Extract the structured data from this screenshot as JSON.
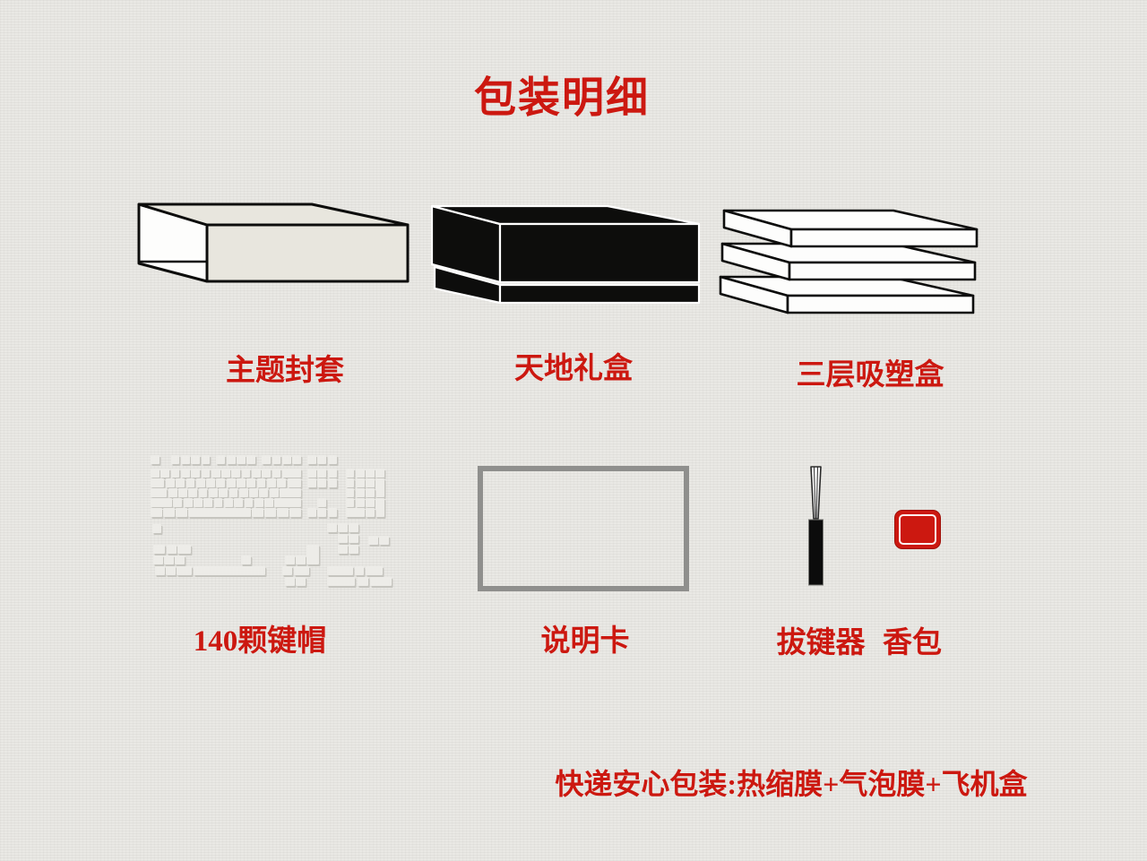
{
  "title": "包装明细",
  "footer": "快递安心包装:热缩膜+气泡膜+飞机盒",
  "items": {
    "sleeve": "主题封套",
    "giftbox": "天地礼盒",
    "trays": "三层吸塑盒",
    "keycaps": "140颗键帽",
    "card": "说明卡",
    "puller": "拔键器",
    "sachet": "香包"
  },
  "colors": {
    "bg": "#e9e8e4",
    "red": "#cc1810",
    "ink": "#0d0d0c",
    "cream": "#e8e6de",
    "white": "#fdfdfc",
    "card-border": "#8f8f8d",
    "key": "#edece8",
    "key-shadow": "#c6c5bf"
  },
  "keyboard": {
    "unit": 11.3,
    "key_h": 10,
    "row_pitch": 11,
    "row_dy": [
      0,
      15,
      26,
      37,
      48,
      59
    ],
    "rows": [
      [
        1,
        -1,
        1,
        1,
        1,
        1,
        -0.5,
        1,
        1,
        1,
        1,
        -0.5,
        1,
        1,
        1,
        1,
        -0.5,
        1,
        1,
        1
      ],
      [
        1,
        1,
        1,
        1,
        1,
        1,
        1,
        1,
        1,
        1,
        1,
        1,
        1,
        2,
        -0.5,
        1,
        1,
        1,
        -0.75,
        1,
        1,
        1,
        1
      ],
      [
        1.5,
        1,
        1,
        1,
        1,
        1,
        1,
        1,
        1,
        1,
        1,
        1,
        1,
        1.5,
        -0.5,
        1,
        1,
        1,
        -0.75,
        1,
        1,
        1,
        {
          "w": 1,
          "h": 2
        }
      ],
      [
        1.75,
        1,
        1,
        1,
        1,
        1,
        1,
        1,
        1,
        1,
        1,
        1,
        2.25,
        -4.25,
        1,
        1,
        1
      ],
      [
        2.25,
        1,
        1,
        1,
        1,
        1,
        1,
        1,
        1,
        1,
        1,
        2.75,
        -1.5,
        1,
        -1.75,
        1,
        1,
        1,
        {
          "w": 1,
          "h": 2
        }
      ],
      [
        1.25,
        1.25,
        1.25,
        6.25,
        1.25,
        1.25,
        1.25,
        1.25,
        -0.5,
        1,
        1,
        1,
        -0.75,
        2,
        1
      ]
    ],
    "extras": [
      [
        2,
        77,
        10,
        10
      ],
      [
        197,
        76,
        11,
        10
      ],
      [
        209,
        76,
        11,
        10
      ],
      [
        221,
        76,
        11,
        10
      ],
      [
        209,
        88,
        11,
        10
      ],
      [
        221,
        88,
        11,
        10
      ],
      [
        243,
        90,
        11,
        10
      ],
      [
        255,
        90,
        11,
        10
      ],
      [
        209,
        100,
        11,
        10
      ],
      [
        221,
        100,
        11,
        10
      ],
      [
        3,
        100,
        13,
        10
      ],
      [
        18,
        100,
        11,
        10
      ],
      [
        30,
        100,
        15,
        10
      ],
      [
        3,
        112,
        11,
        10
      ],
      [
        15,
        112,
        11,
        10
      ],
      [
        27,
        112,
        11,
        10
      ],
      [
        101,
        112,
        11,
        10
      ],
      [
        150,
        112,
        11,
        10
      ],
      [
        162,
        112,
        11,
        10
      ],
      [
        174,
        100,
        14,
        22
      ],
      [
        5,
        124,
        11,
        10
      ],
      [
        17,
        124,
        11,
        10
      ],
      [
        29,
        124,
        17,
        10
      ],
      [
        48,
        124,
        80,
        10
      ],
      [
        147,
        124,
        11,
        10
      ],
      [
        160,
        124,
        17,
        10
      ],
      [
        197,
        124,
        29,
        10
      ],
      [
        228,
        124,
        10,
        10
      ],
      [
        240,
        124,
        19,
        10
      ],
      [
        150,
        136,
        11,
        10
      ],
      [
        162,
        136,
        11,
        10
      ],
      [
        197,
        136,
        31,
        10
      ],
      [
        231,
        136,
        12,
        10
      ],
      [
        245,
        136,
        24,
        10
      ]
    ]
  }
}
